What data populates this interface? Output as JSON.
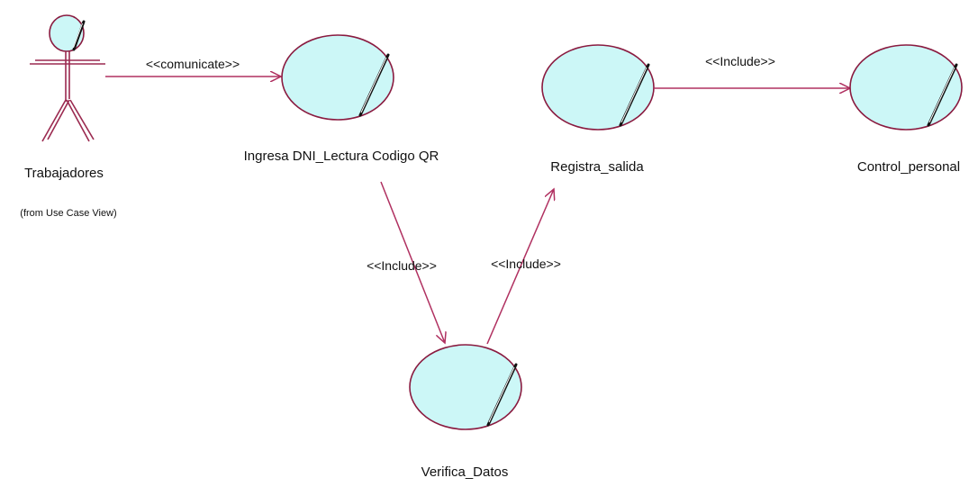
{
  "diagram": {
    "actor": {
      "name": "Trabajadores",
      "origin": "(from Use Case View)"
    },
    "use_cases": {
      "ingresa": "Ingresa DNI_Lectura Codigo QR",
      "registra": "Registra_salida",
      "control": "Control_personal",
      "verifica": "Verifica_Datos"
    },
    "relations": {
      "comunicate": "<<comunicate>>",
      "include_registra_control": "<<Include>>",
      "include_ingresa_verifica": "<<Include>>",
      "include_verifica_registra": "<<Include>>"
    }
  },
  "colors": {
    "use_case_fill": "#ccf7f7",
    "use_case_border": "#8a1b40",
    "association_line": "#b03060",
    "text": "#111111"
  }
}
